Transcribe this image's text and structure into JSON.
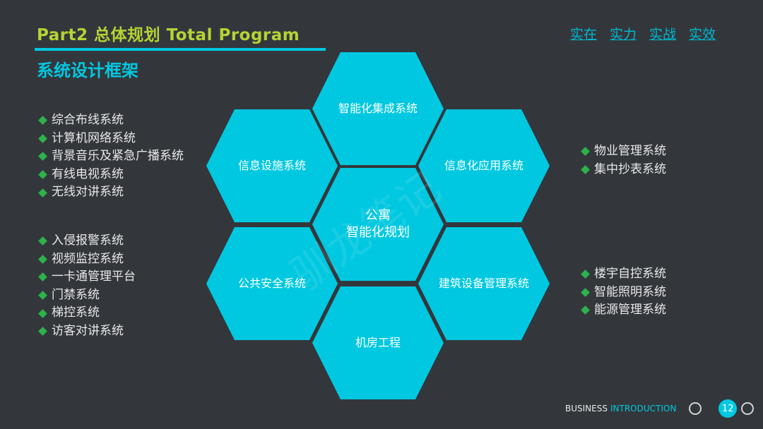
{
  "header": {
    "title": "Part2 总体规划 Total Program",
    "subtitle": "系统设计框架",
    "slogans": [
      "实在",
      "实力",
      "实战",
      "实效"
    ]
  },
  "left_lists": {
    "info_facilities": [
      "综合布线系统",
      "计算机网络系统",
      "背景音乐及紧急广播系统",
      "有线电视系统",
      "无线对讲系统"
    ],
    "public_safety": [
      "入侵报警系统",
      "视频监控系统",
      "一卡通管理平台",
      "门禁系统",
      "梯控系统",
      "访客对讲系统"
    ]
  },
  "right_lists": {
    "info_application": [
      "物业管理系统",
      "集中抄表系统"
    ],
    "building_equipment": [
      "楼宇自控系统",
      "智能照明系统",
      "能源管理系统"
    ]
  },
  "hexagons": {
    "top": "智能化集成系统",
    "upper_left": "信息设施系统",
    "upper_right": "信息化应用系统",
    "center": "公寓\n智能化规划",
    "lower_left": "公共安全系统",
    "lower_right": "建筑设备管理系统",
    "bottom": "机房工程"
  },
  "colors": {
    "background": "#33373c",
    "accent": "#00c8e0",
    "title": "#b5d334",
    "bullet": "#2db34a"
  },
  "footer": {
    "business": "BUSINESS",
    "introduction": "INTRODUCTION",
    "page_number": "12"
  },
  "watermark": "驯龙笔记"
}
